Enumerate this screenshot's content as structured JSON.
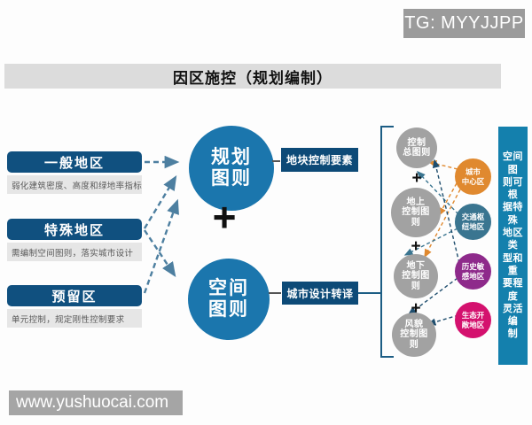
{
  "watermark_tg": "TG: MYYJJPP",
  "watermark_site": "www.yushuocai.com",
  "title": "因区施控（规划编制）",
  "zones": [
    {
      "label": "一般地区",
      "note": "弱化建筑密度、高度和绿地率指标"
    },
    {
      "label": "特殊地区",
      "note": "需编制空间图则，落实城市设计"
    },
    {
      "label": "预留区",
      "note": "单元控制，规定刚性控制要求"
    }
  ],
  "core": {
    "plan_circle": [
      "规划",
      "图则"
    ],
    "space_circle": [
      "空间",
      "图则"
    ],
    "plus": "+",
    "plan_tag": "地块控制要素",
    "space_tag": "城市设计转译"
  },
  "layers": [
    {
      "lines": [
        "控制",
        "总图则"
      ]
    },
    {
      "lines": [
        "地上",
        "控制图",
        "则"
      ]
    },
    {
      "lines": [
        "地下",
        "控制图",
        "则"
      ]
    },
    {
      "lines": [
        "风貌",
        "控制图",
        "则"
      ]
    }
  ],
  "areas": [
    {
      "lines": [
        "城市",
        "中心区"
      ],
      "color": "#e0892f"
    },
    {
      "lines": [
        "交通枢",
        "纽地区"
      ],
      "color": "#3a7590"
    },
    {
      "lines": [
        "历史敏",
        "感地区"
      ],
      "color": "#8e2a8b"
    },
    {
      "lines": [
        "生态开",
        "敞地区"
      ],
      "color": "#d4116e"
    }
  ],
  "sidebar_note": [
    "空间图",
    "则可根",
    "据特殊",
    "地区类",
    "型和重",
    "要程度",
    "灵活编",
    "制"
  ],
  "colors": {
    "zone_bar": "#10507f",
    "main_circle": "#1b76ad",
    "tag_box": "#0d4a77",
    "layer_circle": "#a2a2a2",
    "sidebar_bar": "#1480ad",
    "arrow_left": "#4d7fa0",
    "arrow_orange": "#e0892f",
    "arrow_teal": "#3a7590",
    "arrow_navy": "#1f4e6e"
  }
}
